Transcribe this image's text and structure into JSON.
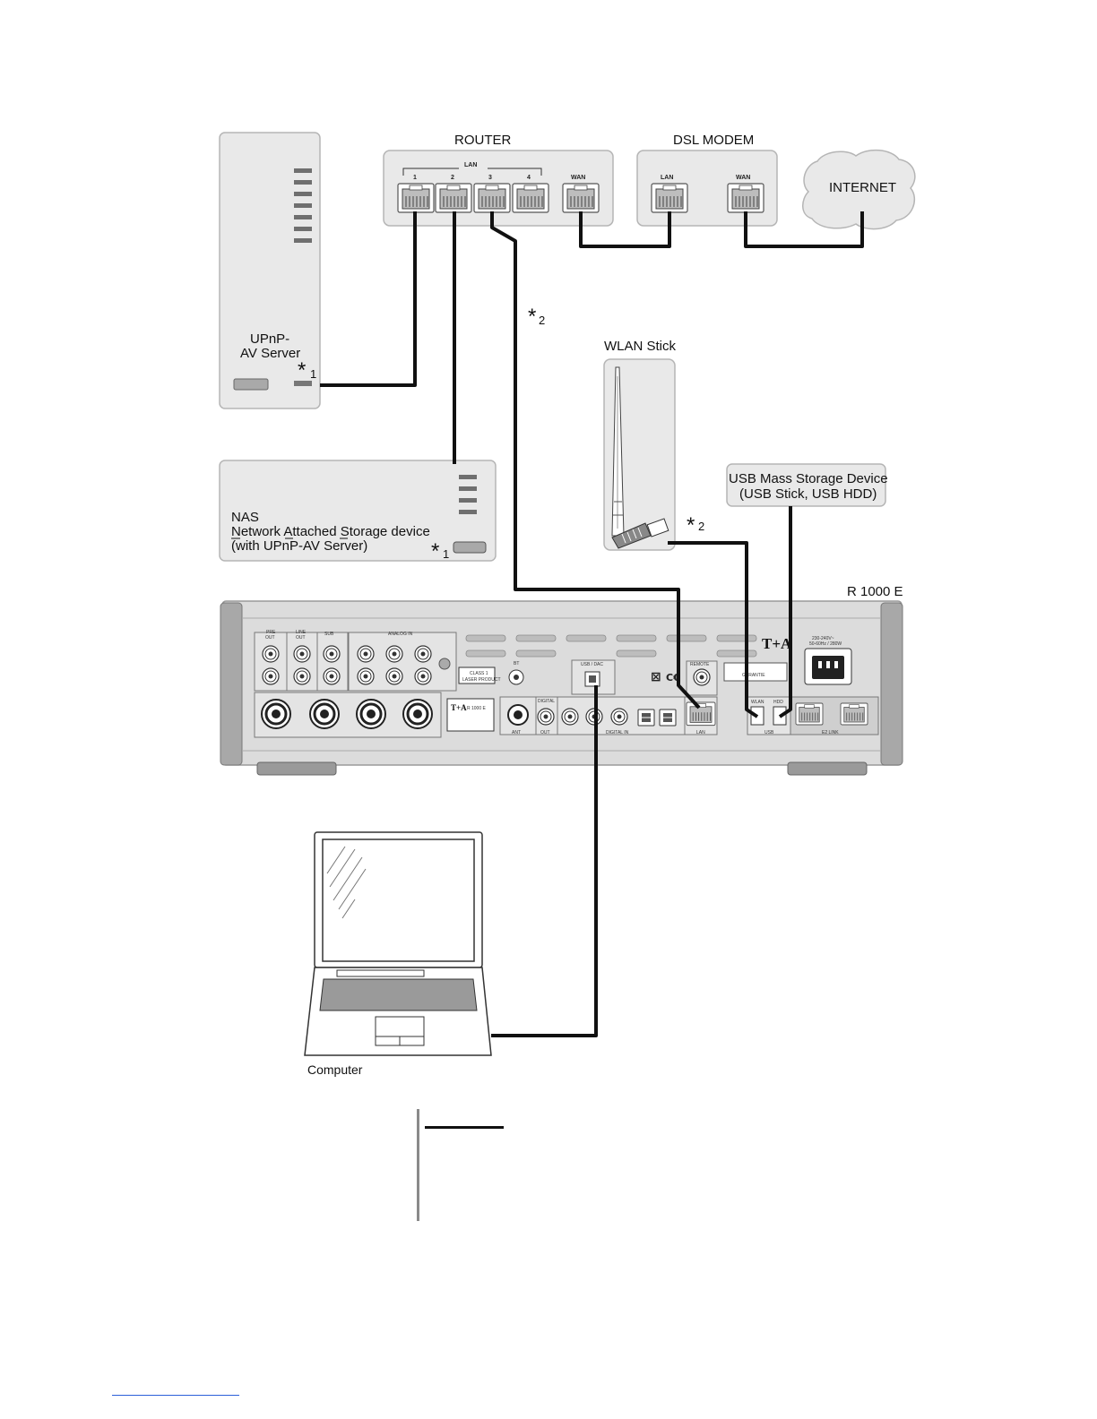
{
  "labels": {
    "router": "ROUTER",
    "router_lan_group": "LAN",
    "router_port_1": "1",
    "router_port_2": "2",
    "router_port_3": "3",
    "router_port_4": "4",
    "router_wan": "WAN",
    "modem": "DSL MODEM",
    "modem_lan": "LAN",
    "modem_wan": "WAN",
    "internet": "INTERNET",
    "upnp_line1": "UPnP-",
    "upnp_line2": "AV Server",
    "nas_line1": "NAS",
    "nas_line2": "Network Attached Storage device",
    "nas_line3": "(with UPnP-AV Server)",
    "wlan_stick": "WLAN Stick",
    "usb_line1": "USB Mass Storage Device",
    "usb_line2": "(USB Stick, USB HDD)",
    "device_model": "R 1000 E",
    "computer": "Computer",
    "star": "*",
    "footnote_1": "1",
    "footnote_2": "2"
  },
  "panel_labels": {
    "pre_out": "PRE",
    "pre_out_2": "OUT",
    "line_out": "LINE",
    "line_out_2": "OUT",
    "sub": "SUB",
    "analog_in": "ANALOG IN",
    "bt": "BT",
    "usb_dac": "USB / DAC",
    "remote": "REMOTE",
    "ant": "ANT",
    "digital_out": "DIGITAL",
    "out": "OUT",
    "digital_in": "DIGITAL IN",
    "lan": "LAN",
    "wlan": "WLAN",
    "hdd": "HDD",
    "usb": "USB",
    "e2_link": "E2 LINK",
    "brand": "T+A",
    "power": "230-240V~",
    "power_2": "50-60Hz / 280W",
    "laser": "CLASS 1",
    "laser_2": "LASER PRODUCT",
    "model_plate": "R 1000 E",
    "garantie": "GARANTIE"
  },
  "colors": {
    "box_fill": "#e9e9e9",
    "cable": "#111111",
    "panel": "#dcdcdc",
    "accent_link": "#2b5fd9"
  }
}
